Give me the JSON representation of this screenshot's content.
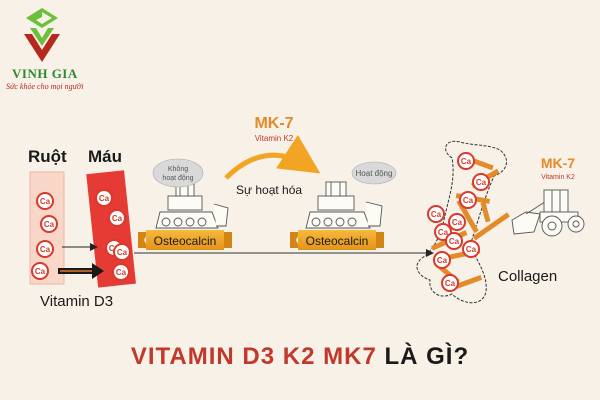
{
  "brand": {
    "name": "VINH GIA",
    "tagline": "Sức khỏe cho mọi người",
    "green": "#2e8a2e",
    "red": "#b5281d",
    "icon": "leaf-v-logo-icon"
  },
  "diagram": {
    "label_ruot": "Ruột",
    "label_mau": "Máu",
    "label_vitamin_d3": "Vitamin D3",
    "mk7_center": "MK-7",
    "mk7_center_sub": "Vitamin K2",
    "label_activation": "Sự hoạt hóa",
    "bubble_inactive_line1": "Không",
    "bubble_inactive_line2": "hoạt động",
    "bubble_active": "Hoạt động",
    "osteocalcin_left": "Osteocalcin",
    "osteocalcin_right": "Osteocalcin",
    "label_collagen": "Collagen",
    "mk7_right": "MK-7",
    "mk7_right_sub": "Vitamin K2",
    "calcium_symbol": "Ca",
    "colors": {
      "ribbon": "#f2a524",
      "calcium": "#d8392b",
      "orange_accent": "#e38a2a",
      "intestine_fill": "#f8d6c8",
      "blood_fill": "#e63b35"
    }
  },
  "title": {
    "part1": "VITAMIN D3 K2 MK7",
    "part2": "LÀ GÌ?"
  }
}
